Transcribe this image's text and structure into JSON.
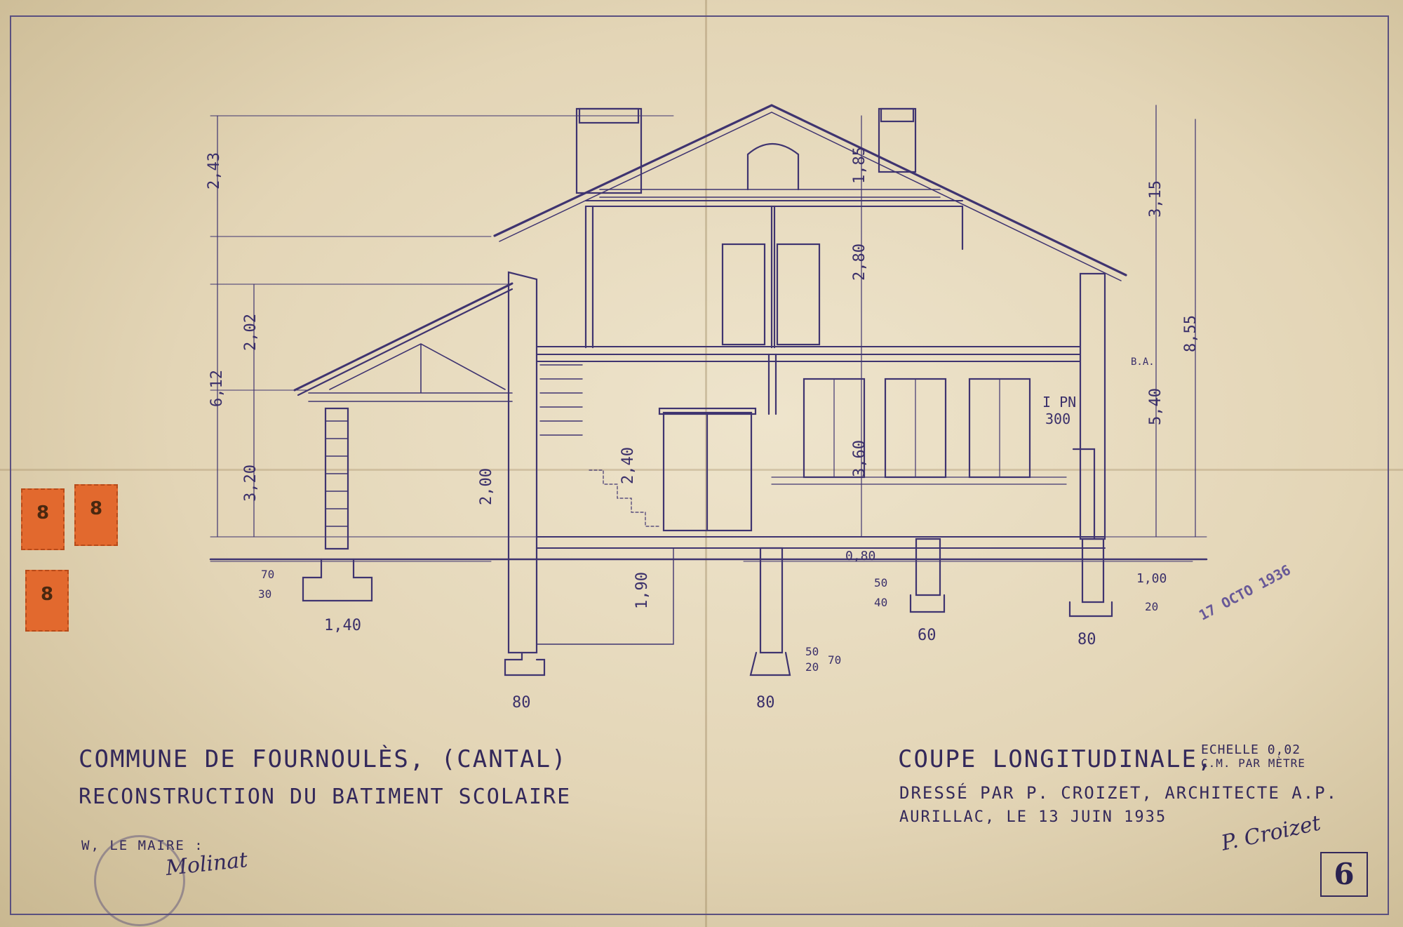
{
  "header": {
    "commune": "COMMUNE DE FOURNOULÈS, (CANTAL)",
    "project": "RECONSTRUCTION DU BATIMENT SCOLAIRE",
    "maire": "W, LE MAIRE :"
  },
  "drawing": {
    "title": "COUPE LONGITUDINALE,",
    "scale_line1": "ECHELLE 0,02",
    "scale_line2": "C.M. PAR MÈTRE",
    "author": "DRESSÉ PAR P. CROIZET, ARCHITECTE A.P.",
    "place_date": "AURILLAC, LE 13 JUIN 1935",
    "sheet_number": "6"
  },
  "stamp": {
    "date": "17 OCTO 1936"
  },
  "fiscal_stamp_value": "8",
  "signatures": [
    "Molinat",
    "P. Croizet"
  ],
  "dimensions": {
    "left": [
      "2,43",
      "6,12",
      "2,02",
      "3,20",
      "2,00",
      "1,40",
      "70",
      "30",
      "80"
    ],
    "center": [
      "1,85",
      "2,80",
      "3,60",
      "2,40",
      "1,90",
      "0,80",
      "80",
      "50",
      "20",
      "70"
    ],
    "right": [
      "3,15",
      "8,55",
      "5,40",
      "1,00",
      "20",
      "80",
      "60",
      "50",
      "40"
    ],
    "beam_label": "I PN",
    "beam_size": "300",
    "ba_label": "B.A."
  }
}
